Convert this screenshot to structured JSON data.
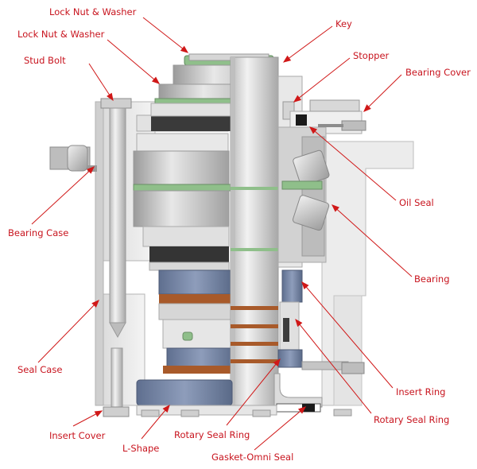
{
  "labels": {
    "lock_nut_washer_top": "Lock Nut & Washer",
    "lock_nut_washer_2": "Lock Nut & Washer",
    "stud_bolt": "Stud Bolt",
    "bearing_case": "Bearing Case",
    "seal_case": "Seal Case",
    "insert_cover": "Insert Cover",
    "l_shape": "L-Shape",
    "rotary_seal_ring_bottom": "Rotary Seal Ring",
    "gasket_omni_seal": "Gasket-Omni Seal",
    "key": "Key",
    "stopper": "Stopper",
    "bearing_cover": "Bearing Cover",
    "oil_seal": "Oil Seal",
    "bearing": "Bearing",
    "insert_ring": "Insert Ring",
    "rotary_seal_ring_right": "Rotary Seal Ring"
  },
  "colors": {
    "label_text": "#c8141e",
    "leader_line": "#d01818",
    "metal_light": "#e6e6e6",
    "metal_mid": "#c8c8c8",
    "metal_dark": "#8c8c8c",
    "seal_green": "#8fbf8a",
    "seal_blue": "#6f7f9f",
    "rotary_ring": "#a85a2a",
    "gasket_black": "#1a1a1a"
  }
}
